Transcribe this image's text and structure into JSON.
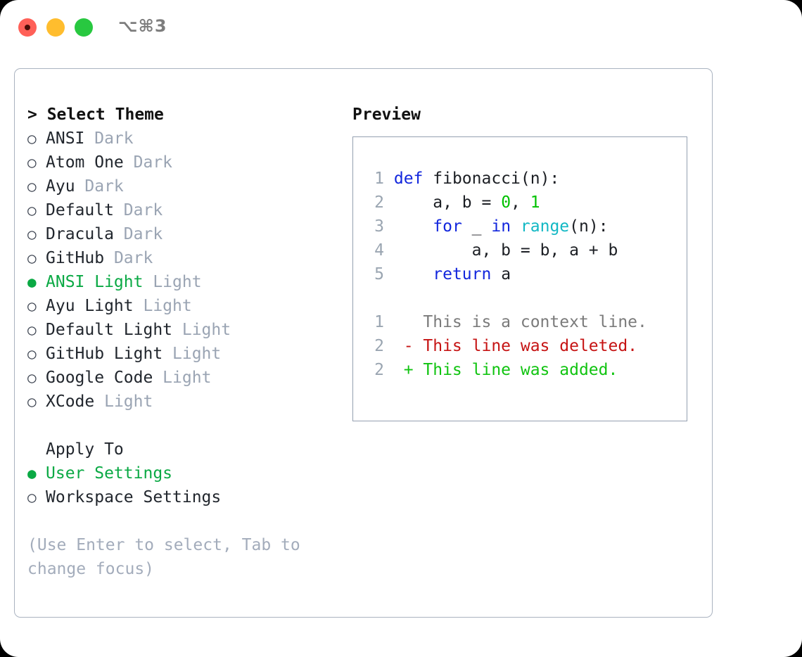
{
  "window": {
    "shortcut_label": "⌥⌘3",
    "traffic_lights": [
      "close",
      "minimize",
      "maximize"
    ]
  },
  "theme_panel": {
    "header": "> Select Theme",
    "options": [
      {
        "bullet": "○",
        "label": "ANSI",
        "suffix": "Dark",
        "selected": false
      },
      {
        "bullet": "○",
        "label": "Atom One",
        "suffix": "Dark",
        "selected": false
      },
      {
        "bullet": "○",
        "label": "Ayu",
        "suffix": "Dark",
        "selected": false
      },
      {
        "bullet": "○",
        "label": "Default",
        "suffix": "Dark",
        "selected": false
      },
      {
        "bullet": "○",
        "label": "Dracula",
        "suffix": "Dark",
        "selected": false
      },
      {
        "bullet": "○",
        "label": "GitHub",
        "suffix": "Dark",
        "selected": false
      },
      {
        "bullet": "●",
        "label": "ANSI Light",
        "suffix": "Light",
        "selected": true
      },
      {
        "bullet": "○",
        "label": "Ayu Light",
        "suffix": "Light",
        "selected": false
      },
      {
        "bullet": "○",
        "label": "Default Light",
        "suffix": "Light",
        "selected": false
      },
      {
        "bullet": "○",
        "label": "GitHub Light",
        "suffix": "Light",
        "selected": false
      },
      {
        "bullet": "○",
        "label": "Google Code",
        "suffix": "Light",
        "selected": false
      },
      {
        "bullet": "○",
        "label": "XCode",
        "suffix": "Light",
        "selected": false
      }
    ],
    "apply_to_header": "Apply To",
    "apply_to_options": [
      {
        "bullet": "●",
        "label": "User Settings",
        "selected": true
      },
      {
        "bullet": "○",
        "label": "Workspace Settings",
        "selected": false
      }
    ],
    "hint": "(Use Enter to select, Tab to change focus)"
  },
  "preview": {
    "header": "Preview",
    "code_lines": [
      {
        "num": "1",
        "tokens": [
          {
            "t": "def",
            "c": "kw"
          },
          {
            "t": " fibonacci(n):",
            "c": "plain"
          }
        ]
      },
      {
        "num": "2",
        "tokens": [
          {
            "t": "    a, b = ",
            "c": "plain"
          },
          {
            "t": "0",
            "c": "num"
          },
          {
            "t": ", ",
            "c": "plain"
          },
          {
            "t": "1",
            "c": "num"
          }
        ]
      },
      {
        "num": "3",
        "tokens": [
          {
            "t": "    ",
            "c": "plain"
          },
          {
            "t": "for",
            "c": "kw"
          },
          {
            "t": " _ ",
            "c": "plain"
          },
          {
            "t": "in",
            "c": "kw"
          },
          {
            "t": " ",
            "c": "plain"
          },
          {
            "t": "range",
            "c": "fn"
          },
          {
            "t": "(n):",
            "c": "plain"
          }
        ]
      },
      {
        "num": "4",
        "tokens": [
          {
            "t": "        a, b = b, a + b",
            "c": "plain"
          }
        ]
      },
      {
        "num": "5",
        "tokens": [
          {
            "t": "    ",
            "c": "plain"
          },
          {
            "t": "return",
            "c": "kw"
          },
          {
            "t": " a",
            "c": "plain"
          }
        ]
      }
    ],
    "diff_lines": [
      {
        "num": "1",
        "marker": " ",
        "text": " This is a context line.",
        "kind": "context"
      },
      {
        "num": "2",
        "marker": "-",
        "text": " This line was deleted.",
        "kind": "deleted"
      },
      {
        "num": "2",
        "marker": "+",
        "text": " This line was added.",
        "kind": "added"
      }
    ]
  },
  "colors": {
    "accent_green": "#0aa944",
    "keyword_blue": "#1226dd",
    "function_cyan": "#12b8c4",
    "number_green": "#00c200",
    "diff_deleted": "#c61414",
    "diff_added": "#11c411",
    "muted_gray": "#9aa4b3",
    "border": "#aab3c0"
  }
}
